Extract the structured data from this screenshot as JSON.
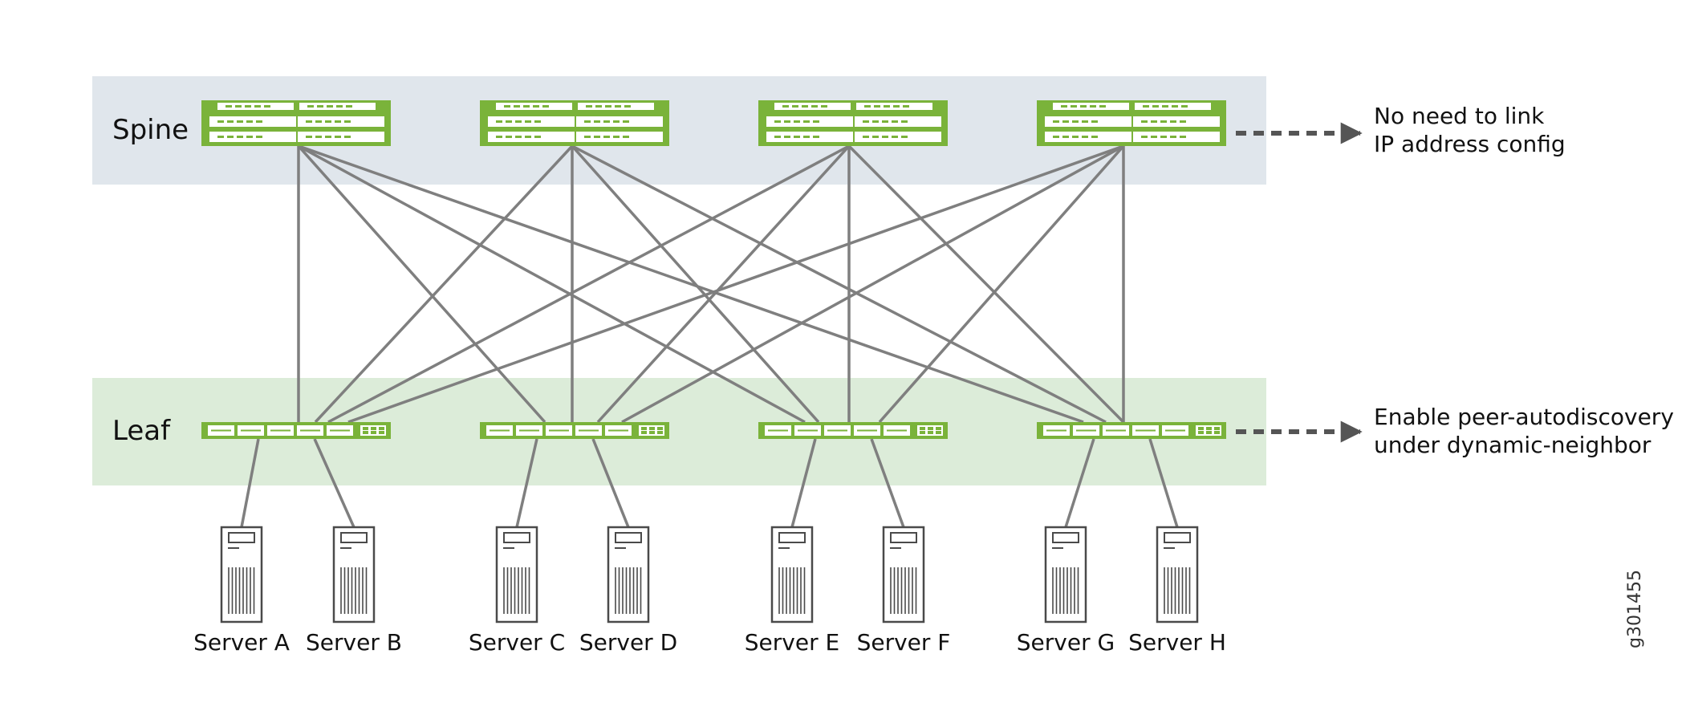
{
  "colors": {
    "spine_band": "#e0e6ec",
    "leaf_band": "#dcecd9",
    "switch_green": "#7ab33a",
    "link_gray": "#7f7f7f",
    "arrow_gray": "#555555"
  },
  "tiers": {
    "spine_label": "Spine",
    "leaf_label": "Leaf"
  },
  "spine_switches": [
    {
      "id": "spine-1",
      "icon": "spine-switch-icon"
    },
    {
      "id": "spine-2",
      "icon": "spine-switch-icon"
    },
    {
      "id": "spine-3",
      "icon": "spine-switch-icon"
    },
    {
      "id": "spine-4",
      "icon": "spine-switch-icon"
    }
  ],
  "leaf_switches": [
    {
      "id": "leaf-1",
      "icon": "leaf-switch-icon"
    },
    {
      "id": "leaf-2",
      "icon": "leaf-switch-icon"
    },
    {
      "id": "leaf-3",
      "icon": "leaf-switch-icon"
    },
    {
      "id": "leaf-4",
      "icon": "leaf-switch-icon"
    }
  ],
  "notes": {
    "spine": [
      "No need to link",
      "IP address config"
    ],
    "leaf": [
      "Enable peer-autodiscovery",
      "under dynamic-neighbor"
    ]
  },
  "servers": [
    {
      "label": "Server A",
      "leaf": 0
    },
    {
      "label": "Server B",
      "leaf": 0
    },
    {
      "label": "Server C",
      "leaf": 1
    },
    {
      "label": "Server D",
      "leaf": 1
    },
    {
      "label": "Server E",
      "leaf": 2
    },
    {
      "label": "Server F",
      "leaf": 2
    },
    {
      "label": "Server G",
      "leaf": 3
    },
    {
      "label": "Server H",
      "leaf": 3
    }
  ],
  "figure_id": "g301455"
}
